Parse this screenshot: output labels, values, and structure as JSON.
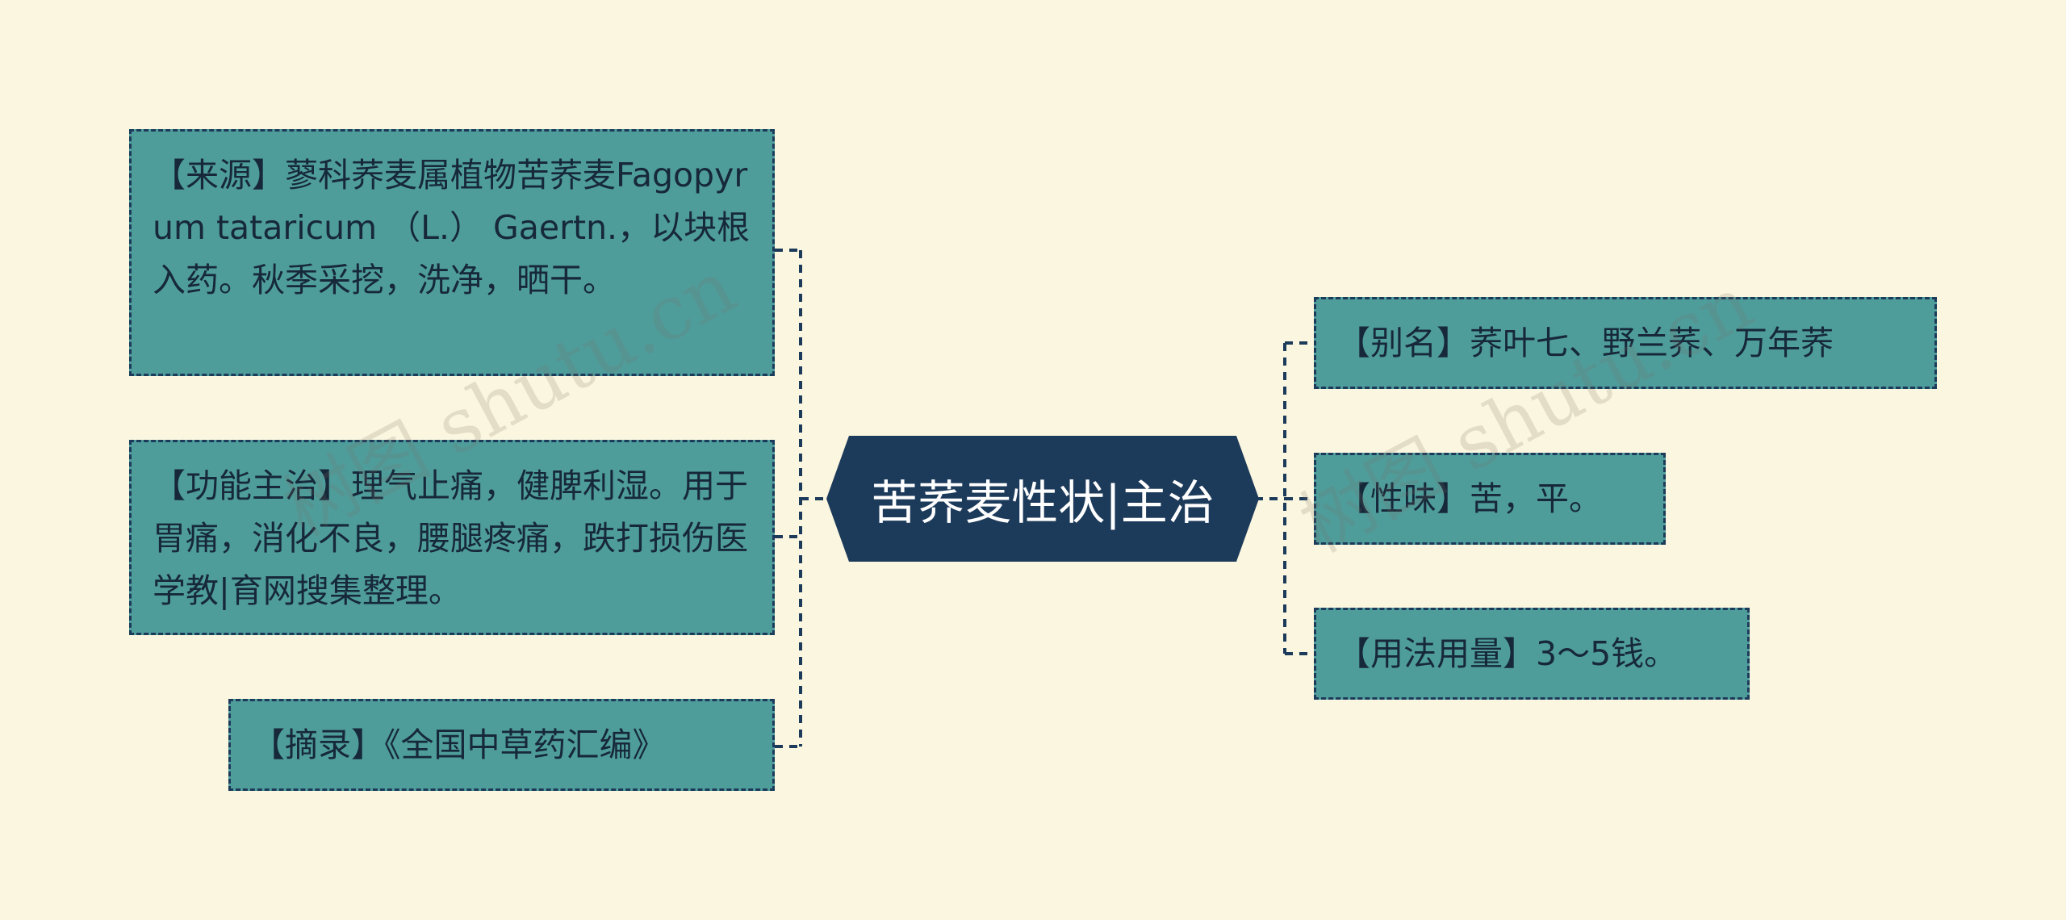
{
  "center": {
    "title": "苦荞麦性状|主治"
  },
  "left_nodes": [
    {
      "id": "source",
      "text": "【来源】蓼科荞麦属植物苦荞麦Fagopyrum tataricum （L.） Gaertn.，以块根入药。秋季采挖，洗净，晒干。"
    },
    {
      "id": "function",
      "text": "【功能主治】理气止痛，健脾利湿。用于胃痛，消化不良，腰腿疼痛，跌打损伤医学教|育网搜集整理。"
    },
    {
      "id": "excerpt",
      "text": "【摘录】《全国中草药汇编》"
    }
  ],
  "right_nodes": [
    {
      "id": "alias",
      "text": "【别名】荞叶七、野兰荞、万年荞"
    },
    {
      "id": "taste",
      "text": "【性味】苦，平。"
    },
    {
      "id": "dosage",
      "text": "【用法用量】3～5钱。"
    }
  ],
  "watermarks": [
    "树图 shutu.cn",
    "树图 shutu.cn"
  ],
  "colors": {
    "background": "#fbf6df",
    "node_fill": "#4f9d9b",
    "center_fill": "#1c3a5a",
    "line": "#1c3a5a"
  }
}
